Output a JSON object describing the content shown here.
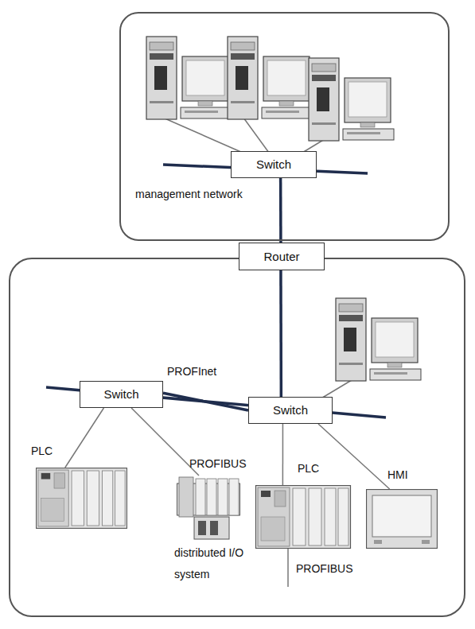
{
  "diagram": {
    "nodes": [
      {
        "text": [
          "management network"
        ]
      },
      {
        "text": [
          "Switch"
        ],
        "in": 0
      },
      {
        "text": [
          "Router"
        ]
      },
      {
        "text": [
          "Switch"
        ]
      },
      {
        "text": [
          "Switch"
        ]
      },
      {
        "text": [
          "PLC"
        ]
      },
      {
        "text": [
          "distributed I/O system"
        ]
      },
      {
        "text": [
          "PLC"
        ]
      },
      {
        "text": [
          "HMI"
        ]
      }
    ],
    "edges": [
      {
        "from": 1,
        "to": 2,
        "arrow": "none"
      },
      {
        "from": 2,
        "to": 4,
        "arrow": "none"
      },
      {
        "from": 3,
        "to": 4,
        "label": "PROFInet",
        "arrow": "none"
      },
      {
        "from": 3,
        "to": 5,
        "arrow": "none"
      },
      {
        "from": 3,
        "to": 6,
        "arrow": "none"
      },
      {
        "from": 4,
        "to": 7,
        "arrow": "none"
      },
      {
        "from": 4,
        "to": 8,
        "arrow": "none"
      }
    ],
    "labels": [
      "PROFIBUS",
      "PROFIBUS"
    ]
  }
}
